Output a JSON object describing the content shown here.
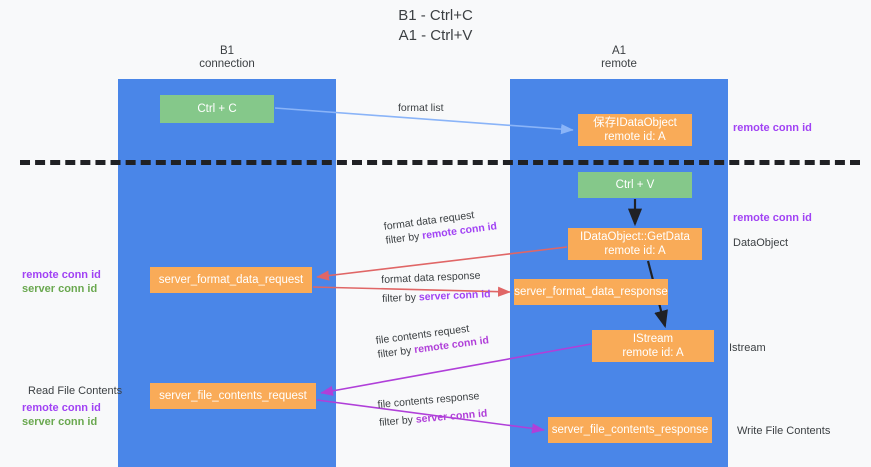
{
  "title": {
    "line1": "B1 - Ctrl+C",
    "line2": "A1 - Ctrl+V"
  },
  "lanes": [
    {
      "id": "b1",
      "line1": "B1",
      "line2": "connection",
      "color": "#4a86e8"
    },
    {
      "id": "a1",
      "line1": "A1",
      "line2": "remote",
      "color": "#4a86e8"
    }
  ],
  "colors": {
    "lane": "#4a86e8",
    "green_node": "#85c88a",
    "orange_node": "#f9ab58",
    "purple_text": "#a142f4",
    "green_text": "#6aa84f",
    "blue_arrow": "#8ab4f8",
    "red_arrow": "#e06666",
    "magenta_arrow": "#b03fd9",
    "black_arrow": "#202124",
    "background": "#f8f9fa"
  },
  "nodes": {
    "ctrl_c": {
      "label": "Ctrl + C",
      "style": "green"
    },
    "data_object": {
      "line1": "保存IDataObject",
      "line2": "remote id: A",
      "style": "orange"
    },
    "ctrl_v": {
      "label": "Ctrl + V",
      "style": "green"
    },
    "get_data": {
      "line1": "IDataObject::GetData",
      "line2": "remote id: A",
      "style": "orange"
    },
    "server_format_data_request": {
      "label": "server_format_data_request",
      "style": "orange"
    },
    "server_format_data_response": {
      "label": "server_format_data_response",
      "style": "orange"
    },
    "istream": {
      "line1": "IStream",
      "line2": "remote id: A",
      "style": "orange"
    },
    "server_file_contents_request": {
      "label": "server_file_contents_request",
      "style": "orange"
    },
    "server_file_contents_response": {
      "label": "server_file_contents_response",
      "style": "orange"
    }
  },
  "edge_labels": {
    "format_list": "format list",
    "format_data_request": {
      "line1": "format data request",
      "prefix": "filter by ",
      "key": "remote conn id"
    },
    "format_data_response": {
      "line1": "format data response",
      "prefix": "filter by ",
      "key": "server conn id"
    },
    "file_contents_request": {
      "line1": "file contents request",
      "prefix": "filter by ",
      "key": "remote conn id"
    },
    "file_contents_response": {
      "line1": "file contents response",
      "prefix": "filter by ",
      "key": "server conn id"
    }
  },
  "annotations": {
    "right": [
      {
        "id": "r1",
        "key": "remote conn id"
      },
      {
        "id": "r2",
        "key": "remote conn id"
      },
      {
        "id": "r3",
        "plain": "DataObject"
      },
      {
        "id": "r4",
        "plain": "Istream"
      },
      {
        "id": "r5",
        "plain": "Write File Contents"
      }
    ],
    "left": [
      {
        "id": "l1",
        "key": "remote conn id",
        "key2": "server conn id"
      },
      {
        "id": "l2",
        "plain": "Read File Contents"
      },
      {
        "id": "l3",
        "key": "remote conn id",
        "key2": "server conn id"
      }
    ]
  }
}
